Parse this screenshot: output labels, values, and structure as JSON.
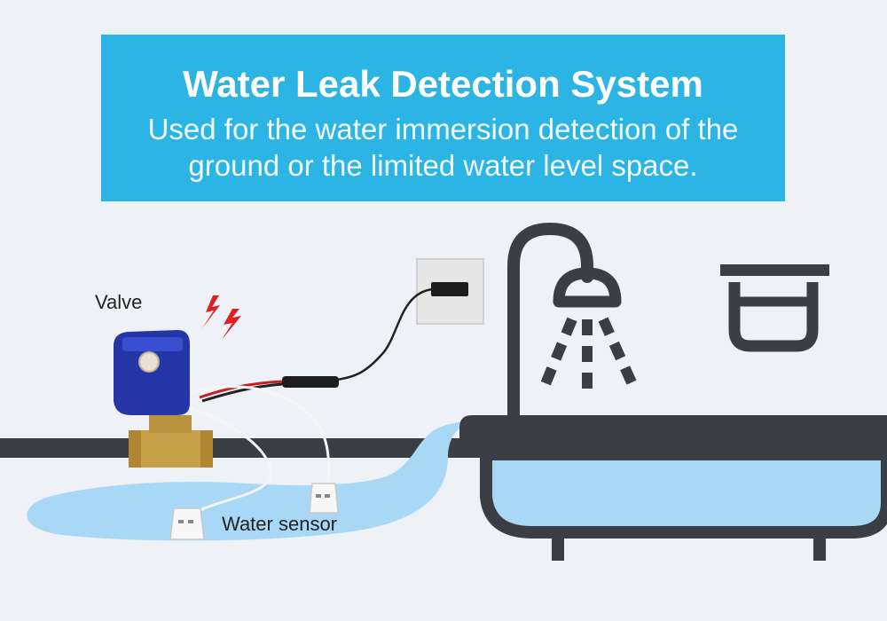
{
  "banner": {
    "title": "Water Leak Detection System",
    "subtitle": "Used for the water immersion detection of the ground or the limited water level space."
  },
  "labels": {
    "valve": "Valve",
    "water_sensor": "Water sensor"
  },
  "icons": [
    "lightning-icon",
    "shower-head-icon",
    "bowl-icon",
    "wall-socket-icon"
  ],
  "colors": {
    "background": "#eef2f7",
    "banner": "#2cb4e4",
    "water": "#a8d8f5",
    "outline": "#3b3f45",
    "valve_blue": "#2436a8",
    "brass": "#c9a04a",
    "alert_red": "#e02020"
  }
}
